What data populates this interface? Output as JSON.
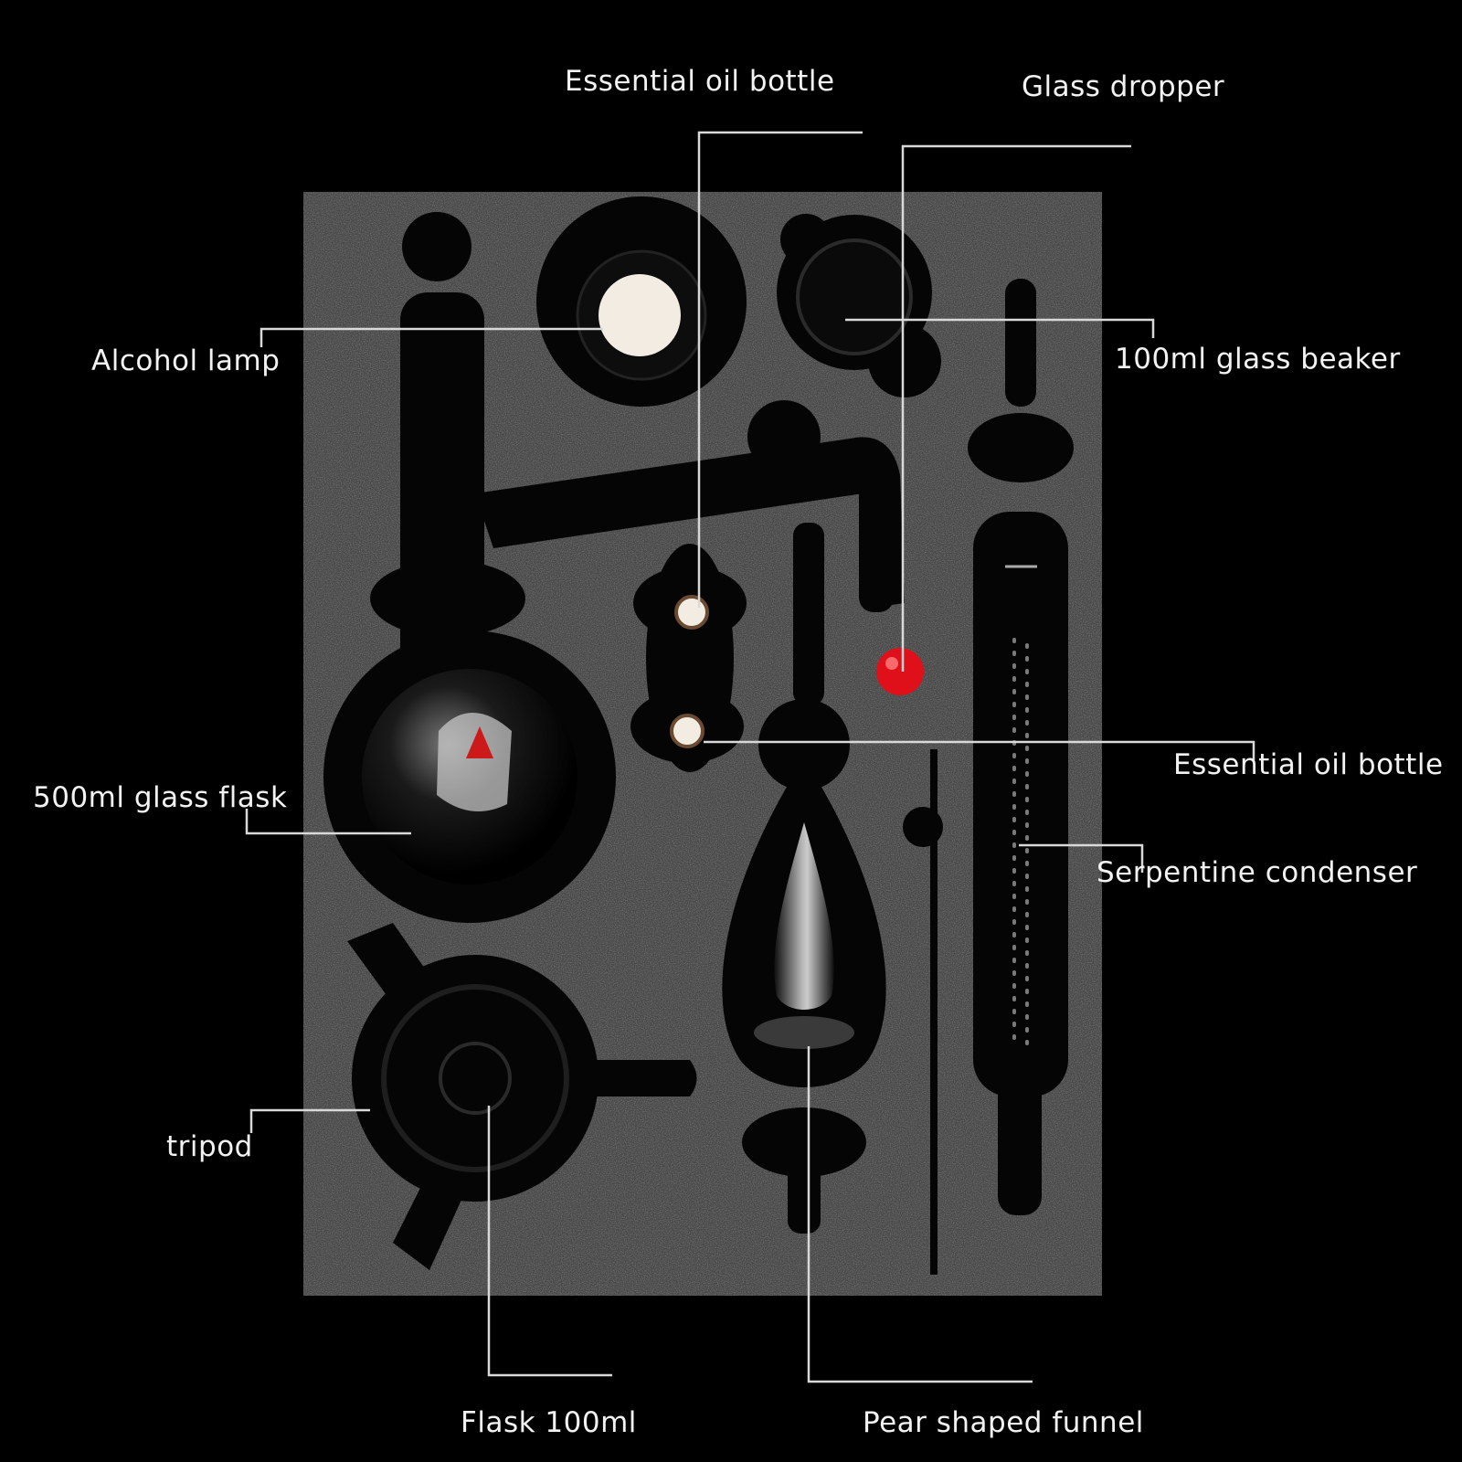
{
  "labels": {
    "essential_oil_bottle_top": "Essential oil bottle",
    "glass_dropper": "Glass dropper",
    "alcohol_lamp": "Alcohol lamp",
    "glass_beaker": "100ml glass beaker",
    "glass_flask_500": "500ml glass flask",
    "essential_oil_bottle_right": "Essential oil bottle",
    "serpentine_condenser": "Serpentine condenser",
    "tripod": "tripod",
    "flask_100": "Flask 100ml",
    "pear_funnel": "Pear shaped funnel"
  },
  "colors": {
    "background": "#000000",
    "foam_tray": "#4a4a4a",
    "cutout": "#050505",
    "leader_line": "#d9d9d9",
    "text": "#f2f2f2",
    "dropper_tip": "#e0101a",
    "bottle_cap": "#f2ece2"
  }
}
